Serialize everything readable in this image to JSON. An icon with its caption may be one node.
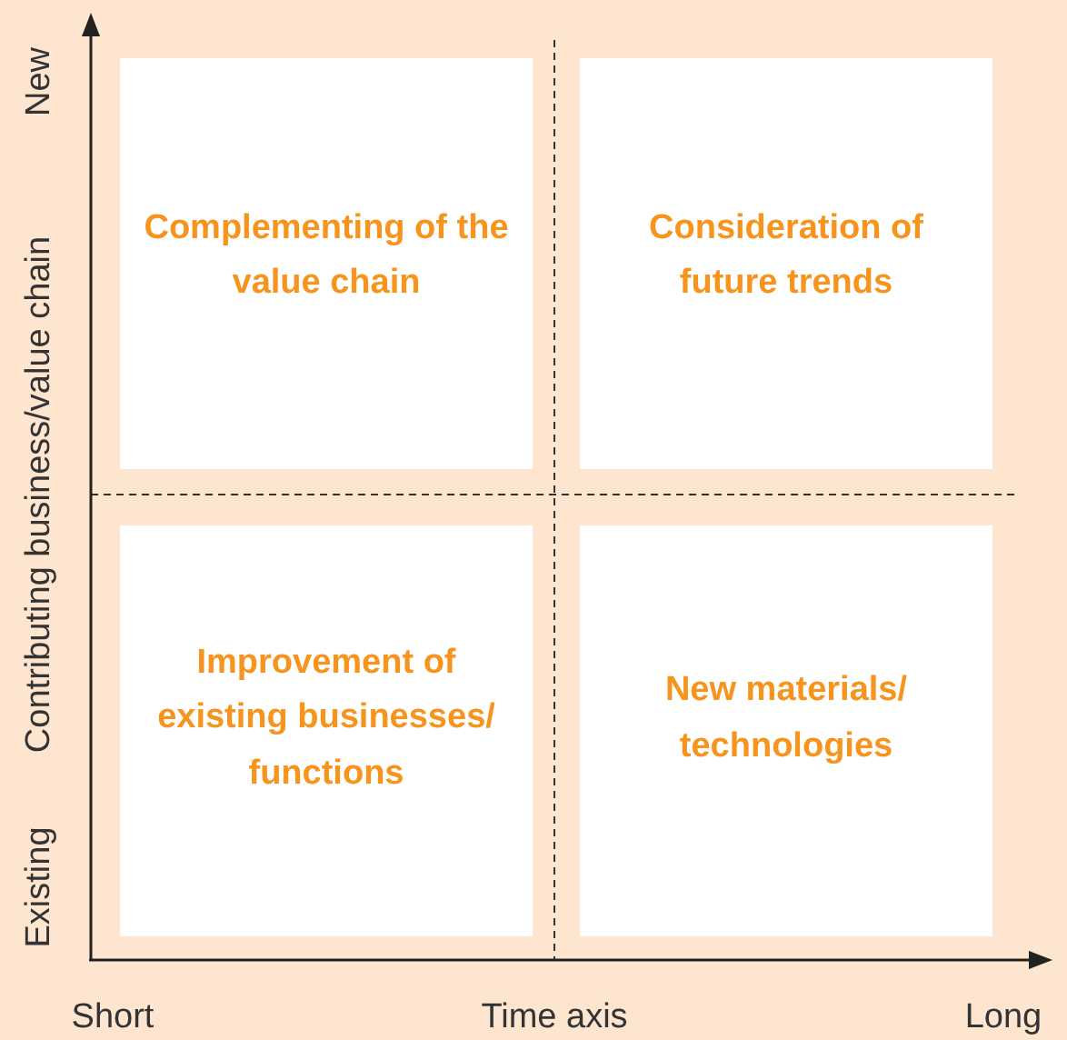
{
  "diagram": {
    "nodes": [
      {
        "text": [
          "Complementing of the value chain"
        ]
      },
      {
        "text": [
          "Consideration of future trends"
        ]
      },
      {
        "text": [
          "Improvement of existing businesses/ functions"
        ]
      },
      {
        "text": [
          "New materials/ technologies"
        ]
      }
    ],
    "labels": [
      "New",
      "Contributing business/value chain",
      "Existing",
      "Short",
      "Time axis",
      "Long"
    ]
  }
}
